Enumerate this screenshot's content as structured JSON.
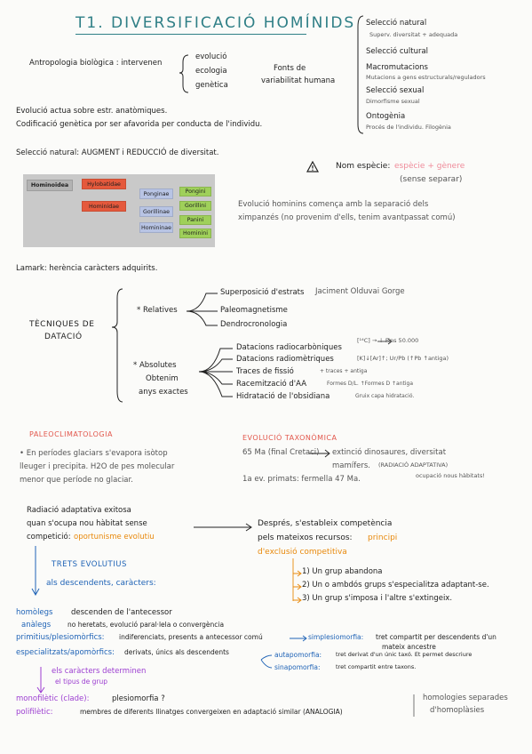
{
  "title": "T1. DIVERSIFICACIÓ HOMÍNIDS",
  "intro": {
    "antropologia": "Antropologia biològica : intervenen",
    "factors": [
      "evolució",
      "ecologia",
      "genètica"
    ],
    "fonts": [
      "Fonts de",
      "variabilitat humana"
    ],
    "evolucio_1": "Evolució actua sobre estr. anatòmiques.",
    "evolucio_2": "Codificació genètica por ser afavorida per conducta de l'individu.",
    "seleccio_natural": "Selecció natural: AUGMENT i REDUCCIÓ de diversitat."
  },
  "sources": [
    {
      "name": "Selecció natural",
      "note": "Superv. diversitat + adequada"
    },
    {
      "name": "Selecció cultural",
      "note": ""
    },
    {
      "name": "Macromutacions",
      "note": "Mutacions a gens estructurals/reguladors"
    },
    {
      "name": "Selecció sexual",
      "note": "Dimorfisme sexual"
    },
    {
      "name": "Ontogènia",
      "note": "Procés de l'individu. Filogènia"
    }
  ],
  "taxonomy": {
    "hominoidea": "Hominoidea",
    "hylobatidae": "Hylobatidae",
    "hominidae": "Hominidae",
    "ponginae": "Ponginae",
    "gorillinae": "Gorillinae",
    "homininae": "Homininae",
    "pongini": "Pongini",
    "gorillini": "Gorillini",
    "panini": "Panini",
    "hominini": "Hominini"
  },
  "nom_especie": {
    "warning_icon": "warning-icon",
    "label": "Nom espècie:",
    "value": "espècie + gènere",
    "note": "(sense separar)"
  },
  "hominins_note": [
    "Evolució hominins comença amb la separació dels",
    "ximpanzés (no provenim d'ells, tenim avantpassat comú)"
  ],
  "lamark": "Lamark: herència caràcters adquirits.",
  "dating": {
    "title": [
      "TÈCNIQUES DE",
      "DATACIÓ"
    ],
    "relatives_label": "* Relatives",
    "relatives": [
      {
        "name": "Superposició d'estrats",
        "note": "Jaciment Olduvai Gorge"
      },
      {
        "name": "Paleomagnetisme",
        "note": ""
      },
      {
        "name": "Dendrocronologia",
        "note": ""
      }
    ],
    "absolutes_label": [
      "* Absolutes",
      "Obtenim",
      "anys exactes"
    ],
    "absolutes": [
      {
        "name": "Datacions radiocarbòniques",
        "note": "[¹⁴C] → ↓ Fins 50.000"
      },
      {
        "name": "Datacions radiomètriques",
        "note": "[K]↓[Ar]↑; Ur/Pb (↑Pb ↑antiga)"
      },
      {
        "name": "Traces de fissió",
        "note": "+ traces + antiga"
      },
      {
        "name": "Racemització d'AA",
        "note": "Formes D/L.   ↑Formes D ↑antiga"
      },
      {
        "name": "Hidratació de l'obsidiana",
        "note": "Gruix capa hidratació."
      }
    ]
  },
  "paleo": {
    "title": "PALEOCLIMATOLOGIA",
    "lines": [
      "• En períodes glaciars s'evapora isòtop",
      "lleuger i precipita. H2O de pes molecular",
      "menor que període no glaciar."
    ]
  },
  "evotax": {
    "title": "EVOLUCIÓ TAXONÒMICA",
    "l1a": "65 Ma (final Cretaci)",
    "l1b": "extinció dinosaures, diversitat",
    "l2a": "mamífers.",
    "l2b": "(RADIACIÓ ADAPTATIVA)",
    "l3": "ocupació nous hàbitats!",
    "l4": "1a ev. primats: fermella 47 Ma."
  },
  "radiacio": {
    "l1": "Radiació adaptativa exitosa",
    "l2": "quan s'ocupa nou hàbitat sense",
    "l3a": "competició:",
    "l3b": "oportunisme evolutiu",
    "right_1": "Després, s'estableix competència",
    "right_2a": "pels mateixos recursos:",
    "right_2b": "principi",
    "right_3": "d'exclusió competitiva",
    "options": [
      "1) Un grup abandona",
      "2) Un o ambdós grups s'especialitza adaptant-se.",
      "3) Un grup s'imposa i l'altre s'extingeix."
    ]
  },
  "trets": {
    "title": "TRETS EVOLUTIUS",
    "subtitle": "als descendents, caràcters:"
  },
  "terms": {
    "homolegs": {
      "term": "homòlegs",
      "def": "descenden de l'antecessor"
    },
    "analegs": {
      "term": "anàlegs",
      "def": "no heretats, evolució paral·lela o convergència"
    },
    "primitius": {
      "term": "primitius/plesiomòrfics:",
      "def": "indiferenciats, presents a antecessor comú"
    },
    "simplesiomorfia": {
      "term": "simplesiomorfia:",
      "def": [
        "tret compartit per descendents d'un",
        "mateix ancestre"
      ]
    },
    "especialitzats": {
      "term": "especialitzats/apomòrfics:",
      "def": "derivats, únics als descendents"
    },
    "autapomorfia": {
      "term": "autapomorfia:",
      "def": "tret derivat d'un únic taxó. Et permet descriure"
    },
    "sinapomorfia": {
      "term": "sinapomorfia:",
      "def": "tret compartit entre taxons."
    },
    "caracters": [
      "els caràcters determinen",
      "el tipus de grup"
    ],
    "monofiletic": {
      "term": "monofilètic (clade):",
      "def": "plesiomorfia  ?"
    },
    "polifiletic": {
      "term": "polifilètic:",
      "def": "membres de diferents llinatges convergeixen en adaptació similar (ANALOGIA)"
    },
    "homologies": [
      "homologies separades",
      "d'homoplàsies"
    ]
  }
}
